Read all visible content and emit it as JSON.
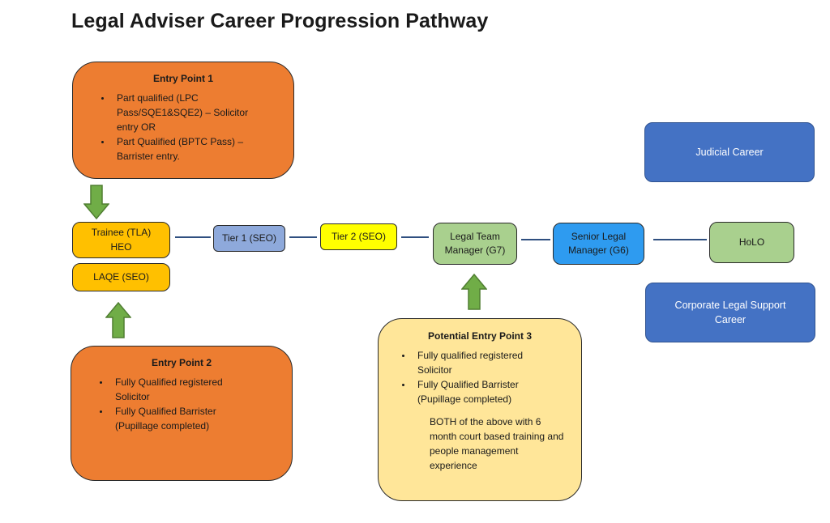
{
  "title": "Legal Adviser Career Progression Pathway",
  "entry_point_1": {
    "heading": "Entry Point 1",
    "bullets": [
      "Part qualified (LPC Pass/SQE1&SQE2) – Solicitor entry OR",
      "Part Qualified (BPTC Pass) – Barrister entry."
    ]
  },
  "entry_point_2": {
    "heading": "Entry Point 2",
    "bullets": [
      "Fully Qualified registered Solicitor",
      "Fully Qualified Barrister (Pupillage completed)"
    ]
  },
  "entry_point_3": {
    "heading": "Potential Entry Point 3",
    "bullets": [
      "Fully qualified registered Solicitor",
      "Fully Qualified Barrister (Pupillage completed)"
    ],
    "note": "BOTH of the above with 6 month court based training and people management experience"
  },
  "nodes": {
    "trainee": "Trainee (TLA) HEO",
    "laqe": "LAQE (SEO)",
    "tier1": "Tier 1 (SEO)",
    "tier2": "Tier 2 (SEO)",
    "legal_team_manager": "Legal Team Manager (G7)",
    "senior_legal_manager": "Senior Legal Manager (G6)",
    "holo": "HoLO",
    "judicial_career": "Judicial Career",
    "corporate_career": "Corporate Legal Support Career"
  },
  "colors": {
    "entry_orange": "#ed7d31",
    "node_amber": "#ffc000",
    "tier2_yellow": "#ffff00",
    "tier1_lavender": "#8ea9db",
    "manager_green": "#a9d08e",
    "senior_blue": "#2e9bf0",
    "career_darkblue": "#4472c4",
    "entry3_cream": "#ffe699",
    "arrow_green": "#70ad47"
  }
}
